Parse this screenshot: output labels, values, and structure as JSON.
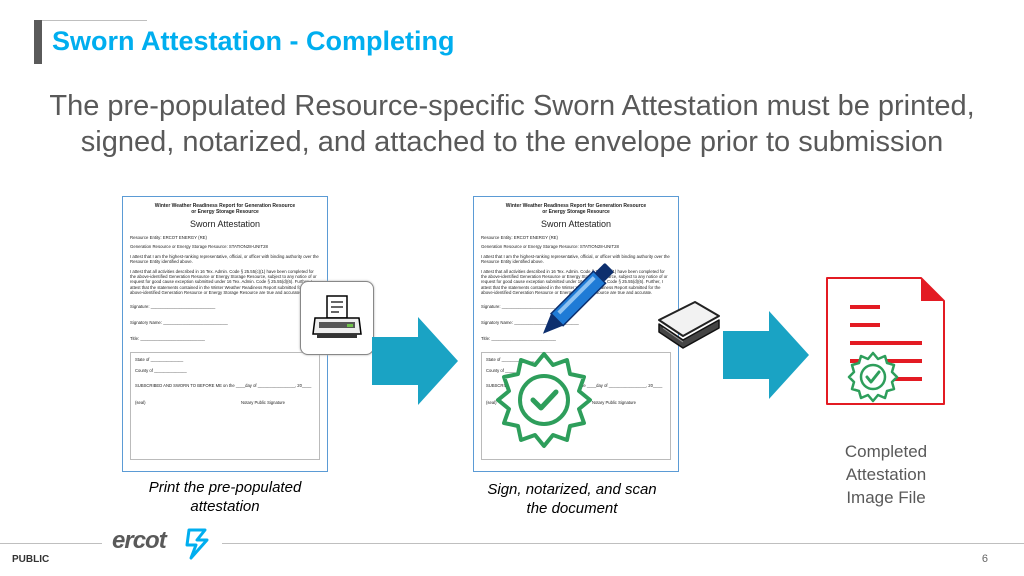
{
  "slide": {
    "title": "Sworn Attestation - Completing",
    "subtitle_line1": "The pre-populated Resource-specific Sworn Attestation must be printed,",
    "subtitle_line2": "signed, notarized, and attached to the envelope prior to submission"
  },
  "document": {
    "header_line1": "Winter Weather Readiness Report for Generation Resource",
    "header_line2": "or Energy Storage Resource",
    "heading": "Sworn Attestation",
    "resource_entity": "Resource Entity: ERCOT ENERGY (RE)",
    "resource_name": "Generation Resource or Energy Storage Resource: STATION28-UNIT28",
    "attest1": "I attest that I am the highest-ranking representative, official, or officer with binding authority over the Resource Entity identified above.",
    "attest2": "I attest that all activities described in 16 Tex. Admin. Code § 25.55(c)(1) have been completed for the above-identified Generation Resource or Energy Storage Resource, subject to any notice of or request for good cause exception submitted under 16 Tex. Admin. Code § 25.55(d)(6). Further, I attest that the statements contained in the Winter Weather Readiness Report submitted for the above-identified Generation Resource or Energy Storage Resource are true and accurate.",
    "signature": "Signature: ___________________________",
    "signatory": "Signatory Name: ___________________________",
    "title_field": "Title: ___________________________",
    "state": "State of ______________",
    "county": "County of ______________",
    "subscribed": "SUBSCRIBED AND SWORN TO BEFORE ME on the ____day of ________________, 20____",
    "seal": "(seal)",
    "notary_sig": "Notary Public Signature"
  },
  "steps": {
    "step1_line1": "Print the pre-populated",
    "step1_line2": "attestation",
    "step2_line1": "Sign, notarized, and scan",
    "step2_line2": "the document",
    "step3_line1": "Completed",
    "step3_line2": "Attestation",
    "step3_line3": "Image File"
  },
  "footer": {
    "classification": "PUBLIC",
    "logo": "ercot",
    "page_number": "6"
  },
  "colors": {
    "title": "#00aeef",
    "arrow": "#1aa3c4",
    "badge": "#2e9e5b",
    "file_red": "#e31b23",
    "pen_blue": "#1f7bd6"
  },
  "icons": [
    "printer-icon",
    "pen-icon",
    "scanner-icon",
    "certified-badge-icon",
    "document-file-icon",
    "arrow-right-icon"
  ]
}
